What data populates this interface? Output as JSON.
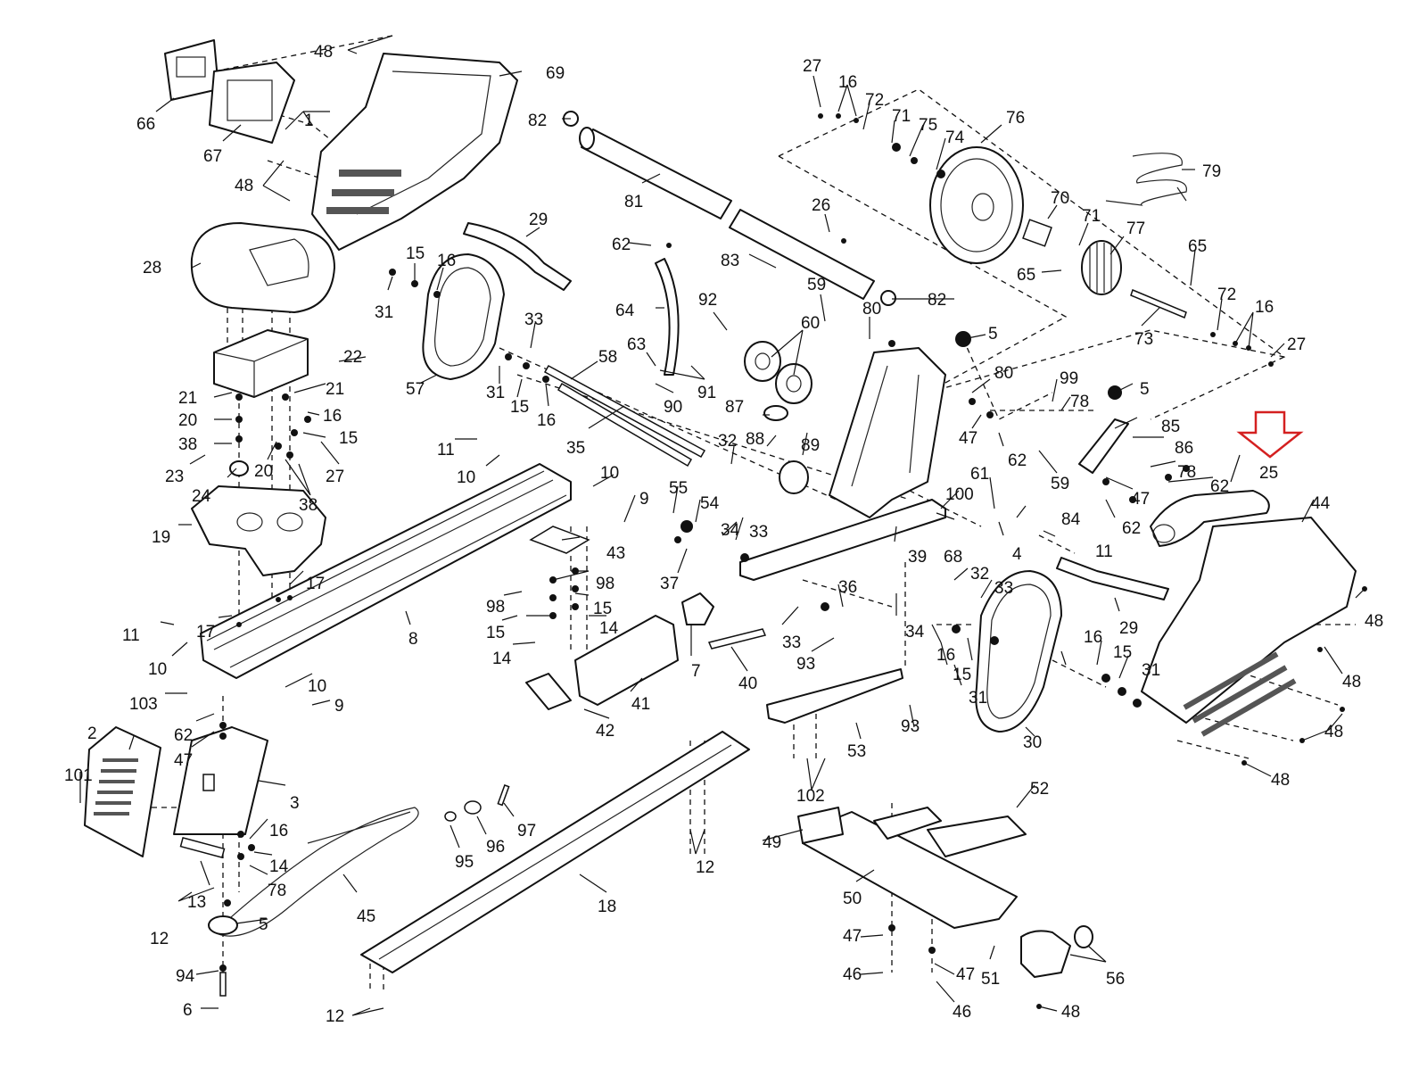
{
  "callouts": [
    {
      "id": "c48a",
      "text": "48"
    },
    {
      "id": "c69",
      "text": "69"
    },
    {
      "id": "c66",
      "text": "66"
    },
    {
      "id": "c1",
      "text": "1"
    },
    {
      "id": "c67",
      "text": "67"
    },
    {
      "id": "c48b",
      "text": "48"
    },
    {
      "id": "c82a",
      "text": "82"
    },
    {
      "id": "c27a",
      "text": "27"
    },
    {
      "id": "c16a",
      "text": "16"
    },
    {
      "id": "c72a",
      "text": "72"
    },
    {
      "id": "c71a",
      "text": "71"
    },
    {
      "id": "c75",
      "text": "75"
    },
    {
      "id": "c74",
      "text": "74"
    },
    {
      "id": "c76",
      "text": "76"
    },
    {
      "id": "c79",
      "text": "79"
    },
    {
      "id": "c29a",
      "text": "29"
    },
    {
      "id": "c81",
      "text": "81"
    },
    {
      "id": "c26",
      "text": "26"
    },
    {
      "id": "c70",
      "text": "70"
    },
    {
      "id": "c71b",
      "text": "71"
    },
    {
      "id": "c77",
      "text": "77"
    },
    {
      "id": "c65a",
      "text": "65"
    },
    {
      "id": "c65b",
      "text": "65"
    },
    {
      "id": "c28",
      "text": "28"
    },
    {
      "id": "c15a",
      "text": "15"
    },
    {
      "id": "c16b",
      "text": "16"
    },
    {
      "id": "c62a",
      "text": "62"
    },
    {
      "id": "c83",
      "text": "83"
    },
    {
      "id": "c82b",
      "text": "82"
    },
    {
      "id": "c72b",
      "text": "72"
    },
    {
      "id": "c16c",
      "text": "16"
    },
    {
      "id": "c31a",
      "text": "31"
    },
    {
      "id": "c64",
      "text": "64"
    },
    {
      "id": "c92",
      "text": "92"
    },
    {
      "id": "c59a",
      "text": "59"
    },
    {
      "id": "c60",
      "text": "60"
    },
    {
      "id": "c80a",
      "text": "80"
    },
    {
      "id": "c5a",
      "text": "5"
    },
    {
      "id": "c73",
      "text": "73"
    },
    {
      "id": "c27b",
      "text": "27"
    },
    {
      "id": "c22",
      "text": "22"
    },
    {
      "id": "c33a",
      "text": "33"
    },
    {
      "id": "c63",
      "text": "63"
    },
    {
      "id": "c58",
      "text": "58"
    },
    {
      "id": "c57",
      "text": "57"
    },
    {
      "id": "c31b",
      "text": "31"
    },
    {
      "id": "c15b",
      "text": "15"
    },
    {
      "id": "c16d",
      "text": "16"
    },
    {
      "id": "c91",
      "text": "91"
    },
    {
      "id": "c90",
      "text": "90"
    },
    {
      "id": "c87",
      "text": "87"
    },
    {
      "id": "c80b",
      "text": "80"
    },
    {
      "id": "c99",
      "text": "99"
    },
    {
      "id": "c78a",
      "text": "78"
    },
    {
      "id": "c5b",
      "text": "5"
    },
    {
      "id": "c21a",
      "text": "21"
    },
    {
      "id": "c21b",
      "text": "21"
    },
    {
      "id": "c20a",
      "text": "20"
    },
    {
      "id": "c16e",
      "text": "16"
    },
    {
      "id": "c15c",
      "text": "15"
    },
    {
      "id": "c38a",
      "text": "38"
    },
    {
      "id": "c23",
      "text": "23"
    },
    {
      "id": "c20b",
      "text": "20"
    },
    {
      "id": "c27c",
      "text": "27"
    },
    {
      "id": "c24",
      "text": "24"
    },
    {
      "id": "c38b",
      "text": "38"
    },
    {
      "id": "c35",
      "text": "35"
    },
    {
      "id": "c88",
      "text": "88"
    },
    {
      "id": "c89",
      "text": "89"
    },
    {
      "id": "c47a",
      "text": "47"
    },
    {
      "id": "c62b",
      "text": "62"
    },
    {
      "id": "c85",
      "text": "85"
    },
    {
      "id": "c86",
      "text": "86"
    },
    {
      "id": "c25",
      "text": "25"
    },
    {
      "id": "c11a",
      "text": "11"
    },
    {
      "id": "c10a",
      "text": "10"
    },
    {
      "id": "c10b",
      "text": "10"
    },
    {
      "id": "c32a",
      "text": "32"
    },
    {
      "id": "c59b",
      "text": "59"
    },
    {
      "id": "c78b",
      "text": "78"
    },
    {
      "id": "c62c",
      "text": "62"
    },
    {
      "id": "c47b",
      "text": "47"
    },
    {
      "id": "c44",
      "text": "44"
    },
    {
      "id": "c19",
      "text": "19"
    },
    {
      "id": "c9a",
      "text": "9"
    },
    {
      "id": "c55",
      "text": "55"
    },
    {
      "id": "c54",
      "text": "54"
    },
    {
      "id": "c100",
      "text": "100"
    },
    {
      "id": "c61",
      "text": "61"
    },
    {
      "id": "c84",
      "text": "84"
    },
    {
      "id": "c62d",
      "text": "62"
    },
    {
      "id": "c43",
      "text": "43"
    },
    {
      "id": "c34a",
      "text": "34"
    },
    {
      "id": "c33b",
      "text": "33"
    },
    {
      "id": "c39",
      "text": "39"
    },
    {
      "id": "c68",
      "text": "68"
    },
    {
      "id": "c4",
      "text": "4"
    },
    {
      "id": "c11b",
      "text": "11"
    },
    {
      "id": "c17a",
      "text": "17"
    },
    {
      "id": "c98a",
      "text": "98"
    },
    {
      "id": "c98b",
      "text": "98"
    },
    {
      "id": "c15d",
      "text": "15"
    },
    {
      "id": "c37",
      "text": "37"
    },
    {
      "id": "c36",
      "text": "36"
    },
    {
      "id": "c32b",
      "text": "32"
    },
    {
      "id": "c33c",
      "text": "33"
    },
    {
      "id": "c48c",
      "text": "48"
    },
    {
      "id": "c11c",
      "text": "11"
    },
    {
      "id": "c17b",
      "text": "17"
    },
    {
      "id": "c15e",
      "text": "15"
    },
    {
      "id": "c14a",
      "text": "14"
    },
    {
      "id": "c8",
      "text": "8"
    },
    {
      "id": "c33d",
      "text": "33"
    },
    {
      "id": "c34b",
      "text": "34"
    },
    {
      "id": "c29b",
      "text": "29"
    },
    {
      "id": "c10c",
      "text": "10"
    },
    {
      "id": "c14b",
      "text": "14"
    },
    {
      "id": "c7",
      "text": "7"
    },
    {
      "id": "c93a",
      "text": "93"
    },
    {
      "id": "c16f",
      "text": "16"
    },
    {
      "id": "c15f",
      "text": "15"
    },
    {
      "id": "c31c",
      "text": "31"
    },
    {
      "id": "c16g",
      "text": "16"
    },
    {
      "id": "c15g",
      "text": "15"
    },
    {
      "id": "c31d",
      "text": "31"
    },
    {
      "id": "c48d",
      "text": "48"
    },
    {
      "id": "c10d",
      "text": "10"
    },
    {
      "id": "c9b",
      "text": "9"
    },
    {
      "id": "c41",
      "text": "41"
    },
    {
      "id": "c40",
      "text": "40"
    },
    {
      "id": "c103",
      "text": "103"
    },
    {
      "id": "c62e",
      "text": "62"
    },
    {
      "id": "c42",
      "text": "42"
    },
    {
      "id": "c93b",
      "text": "93"
    },
    {
      "id": "c48e",
      "text": "48"
    },
    {
      "id": "c2",
      "text": "2"
    },
    {
      "id": "c47c",
      "text": "47"
    },
    {
      "id": "c53",
      "text": "53"
    },
    {
      "id": "c30",
      "text": "30"
    },
    {
      "id": "c101",
      "text": "101"
    },
    {
      "id": "c48f",
      "text": "48"
    },
    {
      "id": "c3",
      "text": "3"
    },
    {
      "id": "c102",
      "text": "102"
    },
    {
      "id": "c52",
      "text": "52"
    },
    {
      "id": "c16h",
      "text": "16"
    },
    {
      "id": "c97",
      "text": "97"
    },
    {
      "id": "c96",
      "text": "96"
    },
    {
      "id": "c95",
      "text": "95"
    },
    {
      "id": "c49",
      "text": "49"
    },
    {
      "id": "c14c",
      "text": "14"
    },
    {
      "id": "c12a",
      "text": "12"
    },
    {
      "id": "c78c",
      "text": "78"
    },
    {
      "id": "c13",
      "text": "13"
    },
    {
      "id": "c45",
      "text": "45"
    },
    {
      "id": "c50",
      "text": "50"
    },
    {
      "id": "c18",
      "text": "18"
    },
    {
      "id": "c12b",
      "text": "12"
    },
    {
      "id": "c5c",
      "text": "5"
    },
    {
      "id": "c47d",
      "text": "47"
    },
    {
      "id": "c94",
      "text": "94"
    },
    {
      "id": "c46a",
      "text": "46"
    },
    {
      "id": "c47e",
      "text": "47"
    },
    {
      "id": "c51",
      "text": "51"
    },
    {
      "id": "c56",
      "text": "56"
    },
    {
      "id": "c6",
      "text": "6"
    },
    {
      "id": "c12c",
      "text": "12"
    },
    {
      "id": "c46b",
      "text": "46"
    },
    {
      "id": "c48g",
      "text": "48"
    }
  ],
  "highlight": {
    "target_callout": "25",
    "arrow_color": "#d42020"
  }
}
